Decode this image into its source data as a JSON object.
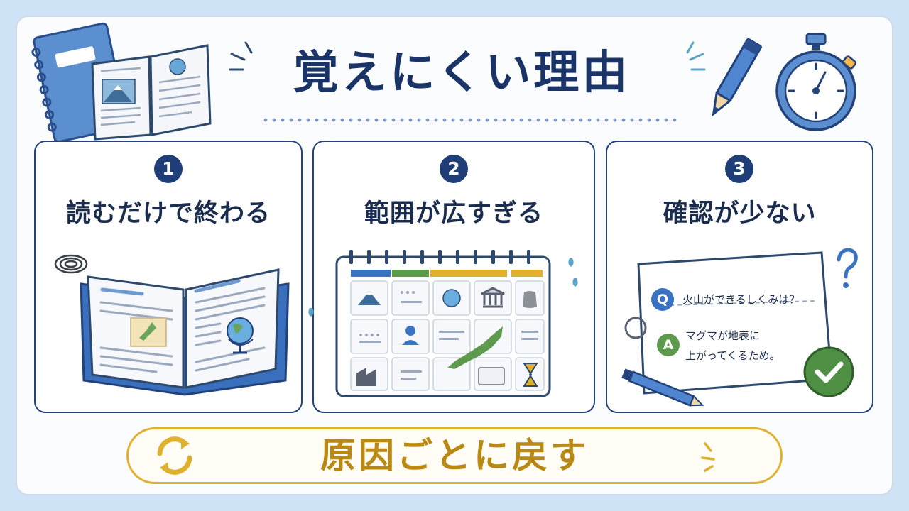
{
  "title": "覚えにくい理由",
  "cards": [
    {
      "number": "1",
      "title": "読むだけで終わる"
    },
    {
      "number": "2",
      "title": "範囲が広すぎる"
    },
    {
      "number": "3",
      "title": "確認が少ない"
    }
  ],
  "quiz": {
    "q_badge": "Q",
    "question": "火山ができるしくみは？",
    "a_badge": "A",
    "answer_line1": "マグマが地表に",
    "answer_line2": "上がってくるため。"
  },
  "bottom_label": "原因ごとに戻す",
  "colors": {
    "navy": "#1f3e78",
    "gold": "#e0b12e",
    "q_blue": "#3b73c4",
    "a_green": "#5d9a4d",
    "check_green": "#4e8f43"
  },
  "icons": [
    "notebook-icon",
    "open-book-icon",
    "pencil-icon",
    "stopwatch-icon",
    "scribble-icon",
    "globe-icon",
    "calendar-icon",
    "question-mark-icon",
    "check-icon",
    "refresh-icon"
  ]
}
